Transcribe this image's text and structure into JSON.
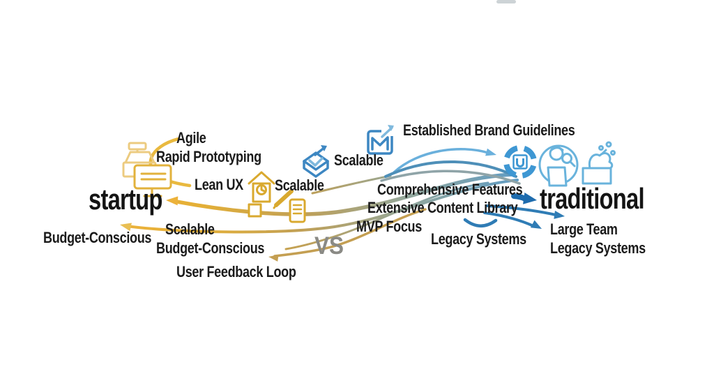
{
  "diagram": {
    "vs_label": "VS",
    "left": {
      "heading": "startup",
      "items": {
        "agile": "Agile",
        "rapid_prototyping": "Rapid Prototyping",
        "lean_ux": "Lean UX",
        "budget_conscious_outer": "Budget-Conscious",
        "scalable": "Scalable",
        "budget_conscious": "Budget-Conscious",
        "user_feedback_loop": "User Feedback Loop"
      }
    },
    "center": {
      "scalable_left": "Scalable",
      "scalable_right": "Scalable",
      "mvp_focus": "MVP Focus",
      "legacy_systems": "Legacy Systems"
    },
    "right": {
      "heading": "traditional",
      "items": {
        "established_brand_guidelines": "Established Brand Guidelines",
        "comprehensive_features": "Comprehensive Features",
        "extensive_content_library": "Extensive Content Library",
        "large_team": "Large Team",
        "legacy_systems": "Legacy Systems"
      }
    },
    "icons": {
      "left_heading_icon": "launch-machine-monitor-icon",
      "center_left_icon": "clock-tower-tools-phone-icon",
      "scalable_box_icon": "scale-up-box-icon",
      "scalable_frame_icon": "scale-up-frame-icon",
      "cycle_icon": "segmented-cycle-badge-icon",
      "person_icon": "person-reading-magnifier-icon",
      "hand_icon": "hand-splash-icon"
    },
    "colors": {
      "gold": "#E6B33C",
      "gold_light": "#EFC86A",
      "tan": "#C49F52",
      "blue": "#4A9AD0",
      "blue_dark": "#1E6CAE",
      "blue_light": "#7FC2E5",
      "steel": "#4E8FB8",
      "gray": "#8A8A85",
      "text": "#1B1B1B",
      "background": "#FFFFFF"
    }
  }
}
